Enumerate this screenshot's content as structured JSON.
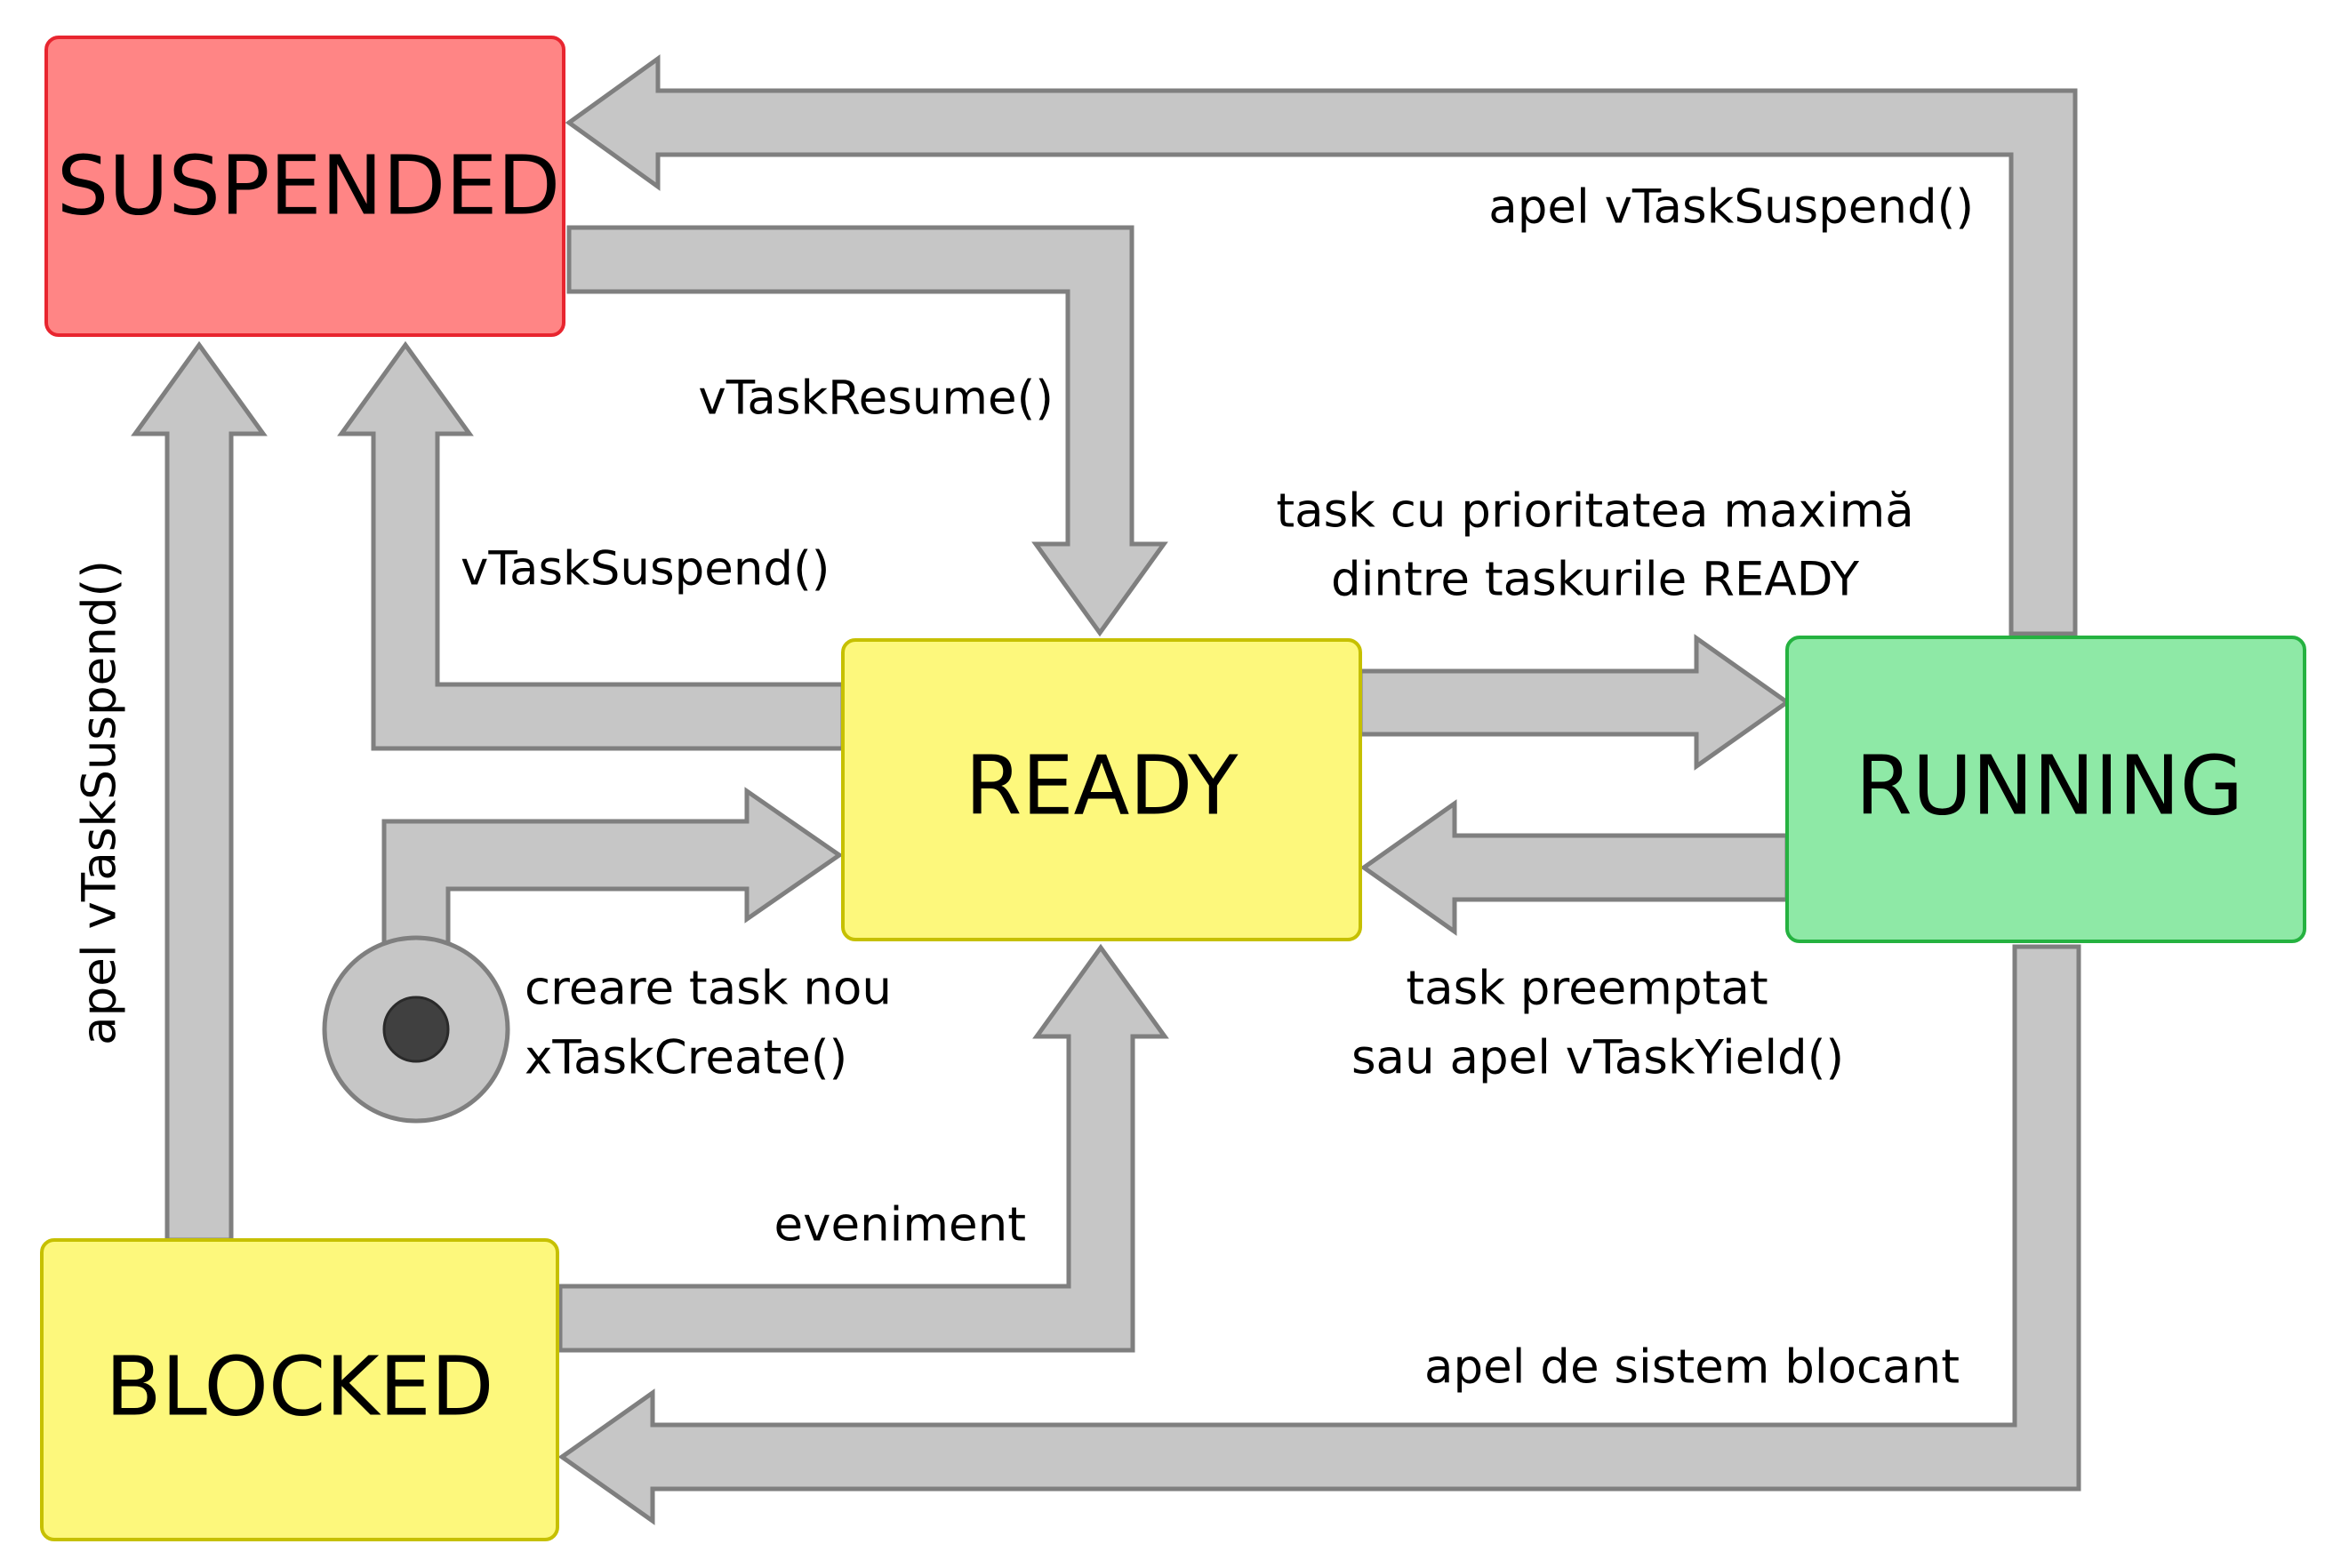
{
  "states": {
    "suspended": {
      "label": "SUSPENDED",
      "fill": "#ff8585",
      "border": "#e8252f"
    },
    "ready": {
      "label": "READY",
      "fill": "#fdf87c",
      "border": "#c6c000"
    },
    "running": {
      "label": "RUNNING",
      "fill": "#8ee9a6",
      "border": "#25b240"
    },
    "blocked": {
      "label": "BLOCKED",
      "fill": "#fdf87c",
      "border": "#c6c000"
    }
  },
  "transitions": {
    "running_to_suspended": {
      "label": "apel vTaskSuspend()"
    },
    "suspended_to_ready": {
      "label": "vTaskResume()"
    },
    "ready_to_suspended": {
      "label": "vTaskSuspend()"
    },
    "ready_to_running": {
      "line1": "task cu prioritatea maximă",
      "line2": "dintre taskurile READY"
    },
    "running_to_ready": {
      "line1": "task preemptat",
      "line2": "sau apel vTaskYield()"
    },
    "create_to_ready": {
      "line1": "creare task nou",
      "line2": "xTaskCreate()"
    },
    "blocked_to_ready": {
      "label": "eveniment"
    },
    "running_to_blocked": {
      "label": "apel de sistem blocant"
    },
    "blocked_to_suspended": {
      "label": "apel vTaskSuspend()"
    }
  },
  "colors": {
    "arrow_fill": "#c6c6c6",
    "arrow_border": "#7f7f7f",
    "initial_outer": "#c6c6c6",
    "initial_inner": "#404040"
  }
}
